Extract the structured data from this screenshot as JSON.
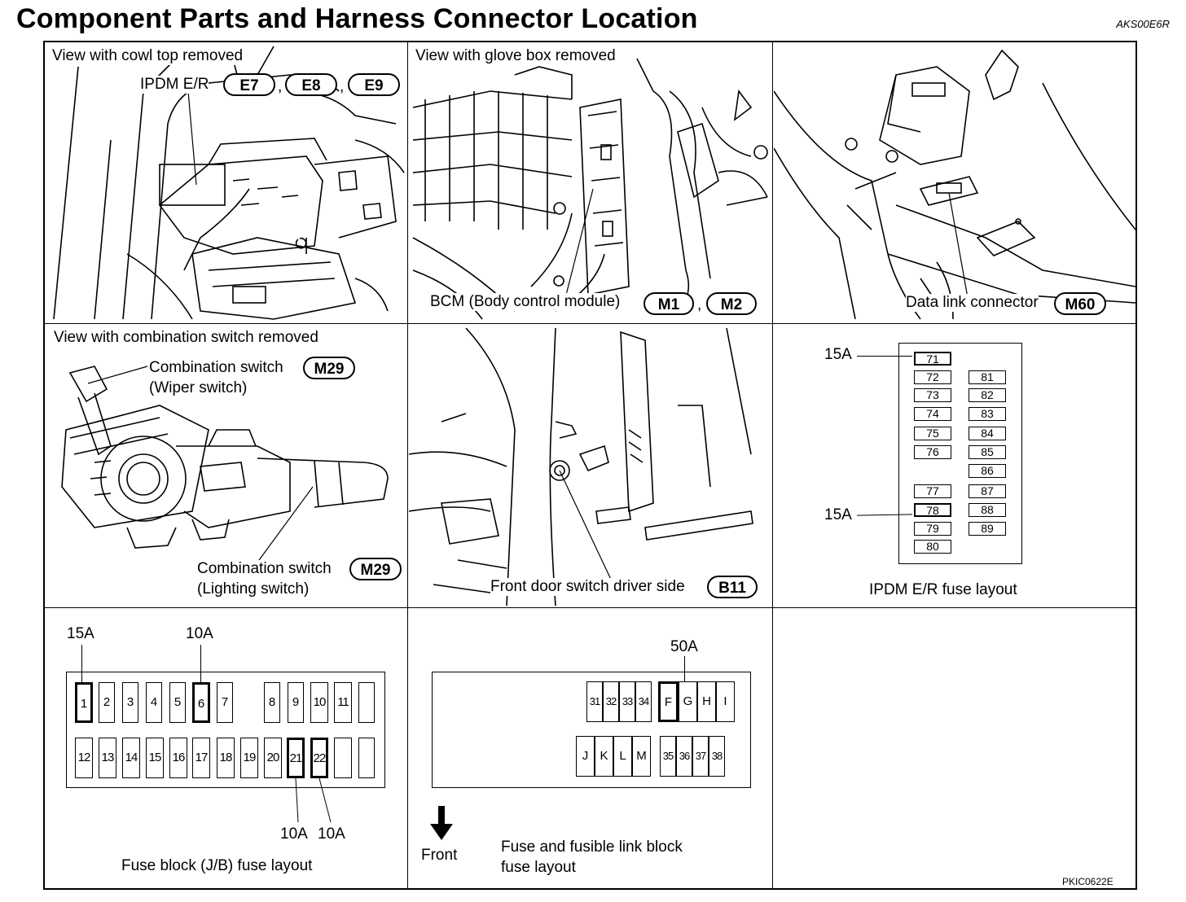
{
  "title": "Component Parts and Harness Connector Location",
  "doc_code": "AKS00E6R",
  "figure_code": "PKIC0622E",
  "panel1": {
    "heading": "View with cowl top removed",
    "ipdm_label": "IPDM E/R",
    "connectors": [
      "E7",
      "E8",
      "E9"
    ],
    "sep": ","
  },
  "panel2": {
    "heading": "View with glove box removed",
    "bcm_label": "BCM (Body control module)",
    "connectors": [
      "M1",
      "M2"
    ],
    "sep": ","
  },
  "panel3": {
    "dlc_label": "Data link connector",
    "connector": "M60"
  },
  "panel4": {
    "heading": "View with combination switch removed",
    "wiper_label_1": "Combination switch",
    "wiper_label_2": "(Wiper switch)",
    "wiper_connector": "M29",
    "lighting_label_1": "Combination switch",
    "lighting_label_2": "(Lighting switch)",
    "lighting_connector": "M29"
  },
  "panel5": {
    "door_label": "Front door switch driver side",
    "connector": "B11"
  },
  "panel6": {
    "caption": "IPDM E/R fuse layout",
    "amp_top": "15A",
    "amp_mid": "15A",
    "left_fuses": [
      "71",
      "72",
      "73",
      "74",
      "75",
      "76",
      "77",
      "78",
      "79",
      "80"
    ],
    "right_fuses": [
      "81",
      "82",
      "83",
      "84",
      "85",
      "86",
      "87",
      "88",
      "89"
    ]
  },
  "panel7": {
    "caption": "Fuse block (J/B) fuse layout",
    "amp_1": "15A",
    "amp_6": "10A",
    "amp_21": "10A",
    "amp_22": "10A",
    "top_row": [
      "1",
      "2",
      "3",
      "4",
      "5",
      "6",
      "7",
      "",
      "8",
      "9",
      "10",
      "11",
      ""
    ],
    "bottom_row": [
      "12",
      "13",
      "14",
      "15",
      "16",
      "17",
      "18",
      "19",
      "20",
      "21",
      "22",
      "",
      ""
    ]
  },
  "panel8": {
    "caption_1": "Fuse and fusible link block",
    "caption_2": "fuse layout",
    "front_label": "Front",
    "amp_f": "50A",
    "top_small": [
      "31",
      "32",
      "33",
      "34"
    ],
    "top_letters": [
      "F",
      "G",
      "H",
      "I"
    ],
    "bottom_letters": [
      "J",
      "K",
      "L",
      "M"
    ],
    "bottom_small": [
      "35",
      "36",
      "37",
      "38"
    ]
  }
}
